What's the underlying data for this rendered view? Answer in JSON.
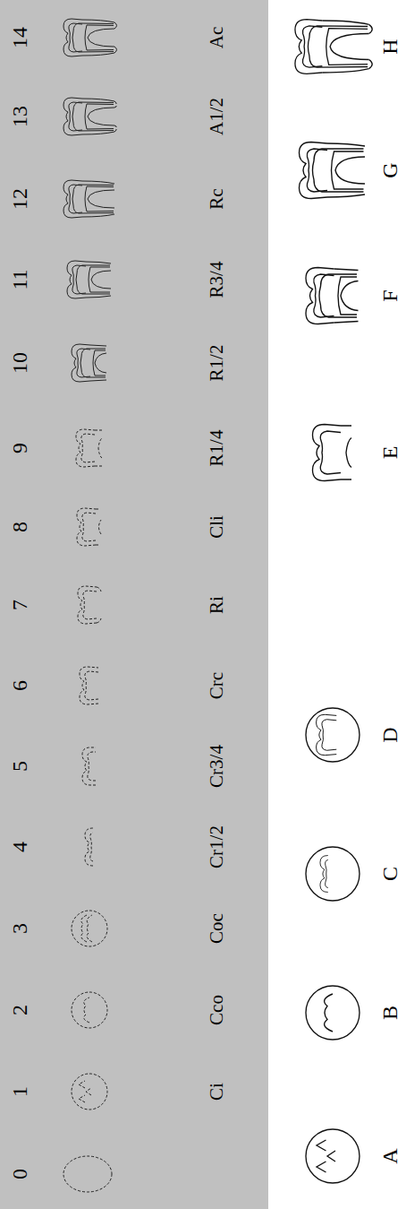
{
  "diagram": {
    "labels": [
      "0",
      "1",
      "2",
      "3",
      "4",
      "5",
      "6",
      "7",
      "8",
      "9",
      "10",
      "11",
      "12",
      "13",
      "14",
      "Ci",
      "Cco",
      "Coc",
      "Cr1/2",
      "Cr3/4",
      "Crc",
      "Ri",
      "Cli",
      "R1/4",
      "R1/2",
      "R3/4",
      "Rc",
      "A1/2",
      "Ac",
      "A",
      "B",
      "C",
      "D",
      "E",
      "F",
      "G",
      "H"
    ]
  }
}
